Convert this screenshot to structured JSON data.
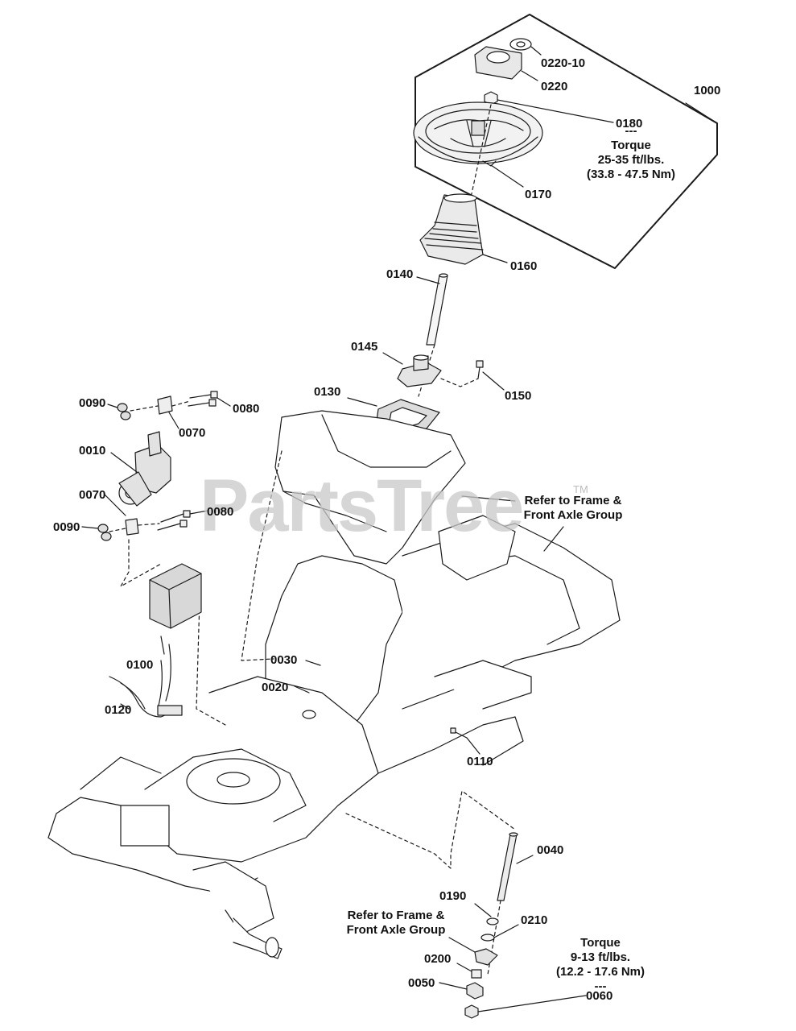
{
  "watermark": {
    "text": "PartsTree",
    "trademark": "TM"
  },
  "group_number": "1000",
  "callouts": {
    "p0220_10": "0220-10",
    "p0220": "0220",
    "p0180": "0180",
    "p0170": "0170",
    "p0160": "0160",
    "p0140": "0140",
    "p0145": "0145",
    "p0150": "0150",
    "p0130": "0130",
    "p0090_top": "0090",
    "p0080_top": "0080",
    "p0070_top": "0070",
    "p0010": "0010",
    "p0070_bot": "0070",
    "p0080_bot": "0080",
    "p0090_bot": "0090",
    "p0100": "0100",
    "p0120": "0120",
    "p0030": "0030",
    "p0020": "0020",
    "p0110": "0110",
    "p0040": "0040",
    "p0190": "0190",
    "p0210": "0210",
    "p0200": "0200",
    "p0050": "0050",
    "p0060": "0060"
  },
  "notes": {
    "torque_0180": "---\nTorque\n25-35 ft/lbs.\n(33.8 - 47.5 Nm)",
    "refer_frame_upper": "Refer to Frame &\nFront Axle Group",
    "refer_frame_lower": "Refer to Frame &\nFront Axle Group",
    "torque_0060": "Torque\n9-13 ft/lbs.\n(12.2 - 17.6 Nm)\n---"
  }
}
